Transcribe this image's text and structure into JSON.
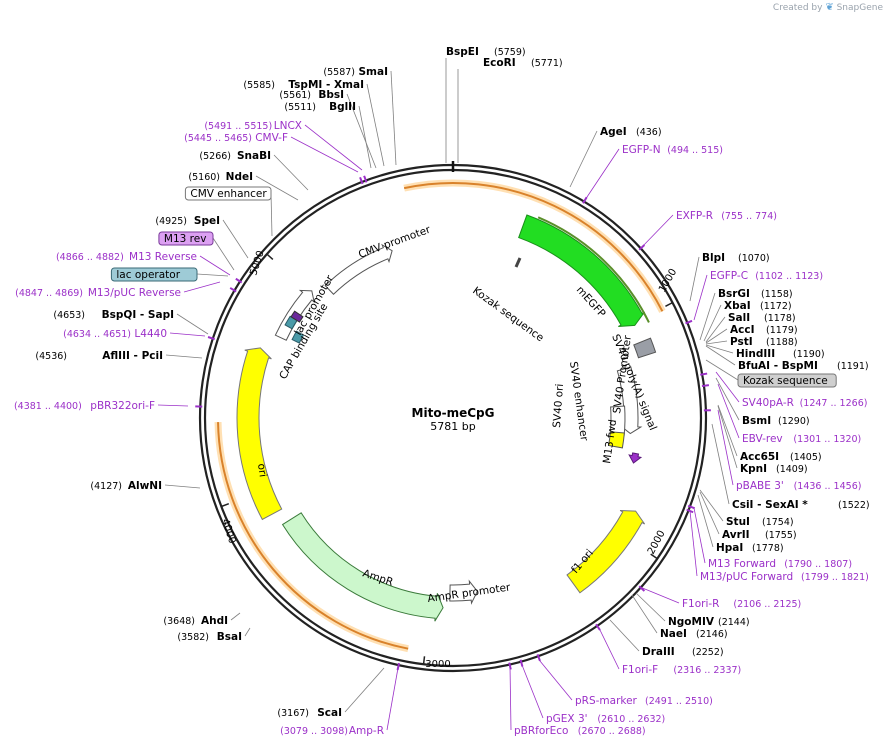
{
  "brand": {
    "created_by": "Created by",
    "product": "SnapGene"
  },
  "plasmid": {
    "name": "Mito-meCpG",
    "length_label": "5781 bp",
    "length": 5781
  },
  "colors": {
    "restriction_line": "#808080",
    "primer": "#9b30c8",
    "egfp": "#22dd22",
    "ori": "#ffff00",
    "ampr": "#ccf7cc",
    "promoter": "#ffffff",
    "polyA": "#9a9ea6",
    "orf": "#d9822b",
    "orf_glow": "#ffe0b3",
    "cap": "#4a9aa8",
    "lac_operator": "#9ecbd6",
    "m13rev": "#dca0f2"
  },
  "scale_labels": [
    {
      "text": "1000",
      "pos": 1000
    },
    {
      "text": "2000",
      "pos": 2000
    },
    {
      "text": "3000",
      "pos": 3000
    },
    {
      "text": "4000",
      "pos": 4000
    },
    {
      "text": "5000",
      "pos": 5000
    }
  ],
  "labels_left": [
    {
      "kind": "enzyme",
      "name": "BspEI",
      "pos": "(5759)"
    },
    {
      "kind": "enzyme",
      "name": "EcoRI",
      "pos": "(5771)"
    },
    {
      "kind": "enzyme",
      "name": "SmaI",
      "pos": "(5587)"
    },
    {
      "kind": "enzyme",
      "name": "TspMI - XmaI",
      "pos": "(5585)"
    },
    {
      "kind": "enzyme",
      "name": "BbsI",
      "pos": "(5561)"
    },
    {
      "kind": "enzyme",
      "name": "BglII",
      "pos": "(5511)"
    },
    {
      "kind": "primer",
      "name": "LNCX",
      "pos": "(5491 .. 5515)"
    },
    {
      "kind": "primer",
      "name": "CMV-F",
      "pos": "(5445 .. 5465)"
    },
    {
      "kind": "enzyme",
      "name": "SnaBI",
      "pos": "(5266)"
    },
    {
      "kind": "enzyme",
      "name": "NdeI",
      "pos": "(5160)"
    },
    {
      "kind": "feature",
      "name": "CMV enhancer",
      "pos": ""
    },
    {
      "kind": "enzyme",
      "name": "SpeI",
      "pos": "(4925)"
    },
    {
      "kind": "feature",
      "name": "M13 rev",
      "pos": ""
    },
    {
      "kind": "primer",
      "name": "M13 Reverse",
      "pos": "(4866 .. 4882)"
    },
    {
      "kind": "feature",
      "name": "lac operator",
      "pos": ""
    },
    {
      "kind": "primer",
      "name": "M13/pUC Reverse",
      "pos": "(4847 .. 4869)"
    },
    {
      "kind": "enzyme",
      "name": "BspQI - SapI",
      "pos": "(4653)"
    },
    {
      "kind": "primer",
      "name": "L4440",
      "pos": "(4634 .. 4651)"
    },
    {
      "kind": "enzyme",
      "name": "AflIII - PciI",
      "pos": "(4536)"
    },
    {
      "kind": "primer",
      "name": "pBR322ori-F",
      "pos": "(4381 .. 4400)"
    },
    {
      "kind": "enzyme",
      "name": "AlwNI",
      "pos": "(4127)"
    },
    {
      "kind": "enzyme",
      "name": "AhdI",
      "pos": "(3648)"
    },
    {
      "kind": "enzyme",
      "name": "BsaI",
      "pos": "(3582)"
    },
    {
      "kind": "enzyme",
      "name": "ScaI",
      "pos": "(3167)"
    },
    {
      "kind": "primer",
      "name": "Amp-R",
      "pos": "(3079 .. 3098)"
    }
  ],
  "labels_right": [
    {
      "kind": "enzyme",
      "name": "AgeI",
      "pos": "(436)"
    },
    {
      "kind": "primer",
      "name": "EGFP-N",
      "pos": "(494 .. 515)"
    },
    {
      "kind": "primer",
      "name": "EXFP-R",
      "pos": "(755 .. 774)"
    },
    {
      "kind": "enzyme",
      "name": "BlpI",
      "pos": "(1070)"
    },
    {
      "kind": "primer",
      "name": "EGFP-C",
      "pos": "(1102 .. 1123)"
    },
    {
      "kind": "enzyme",
      "name": "BsrGI",
      "pos": "(1158)"
    },
    {
      "kind": "enzyme",
      "name": "XbaI",
      "pos": "(1172)"
    },
    {
      "kind": "enzyme",
      "name": "SalI",
      "pos": "(1178)"
    },
    {
      "kind": "enzyme",
      "name": "AccI",
      "pos": "(1179)"
    },
    {
      "kind": "enzyme",
      "name": "PstI",
      "pos": "(1188)"
    },
    {
      "kind": "enzyme",
      "name": "HindIII",
      "pos": "(1190)"
    },
    {
      "kind": "enzyme",
      "name": "BfuAI - BspMI",
      "pos": "(1191)"
    },
    {
      "kind": "feature",
      "name": "Kozak sequence",
      "pos": ""
    },
    {
      "kind": "primer",
      "name": "SV40pA-R",
      "pos": "(1247 .. 1266)"
    },
    {
      "kind": "enzyme",
      "name": "BsmI",
      "pos": "(1290)"
    },
    {
      "kind": "primer",
      "name": "EBV-rev",
      "pos": "(1301 .. 1320)"
    },
    {
      "kind": "enzyme",
      "name": "Acc65I",
      "pos": "(1405)"
    },
    {
      "kind": "enzyme",
      "name": "KpnI",
      "pos": "(1409)"
    },
    {
      "kind": "primer",
      "name": "pBABE 3'",
      "pos": "(1436 .. 1456)"
    },
    {
      "kind": "enzyme",
      "name": "CsiI - SexAI *",
      "pos": "(1522)"
    },
    {
      "kind": "enzyme",
      "name": "StuI",
      "pos": "(1754)"
    },
    {
      "kind": "enzyme",
      "name": "AvrII",
      "pos": "(1755)"
    },
    {
      "kind": "enzyme",
      "name": "HpaI",
      "pos": "(1778)"
    },
    {
      "kind": "primer",
      "name": "M13 Forward",
      "pos": "(1790 .. 1807)"
    },
    {
      "kind": "primer",
      "name": "M13/pUC Forward",
      "pos": "(1799 .. 1821)"
    },
    {
      "kind": "primer",
      "name": "F1ori-R",
      "pos": "(2106 .. 2125)"
    },
    {
      "kind": "enzyme",
      "name": "NgoMIV",
      "pos": "(2144)"
    },
    {
      "kind": "enzyme",
      "name": "NaeI",
      "pos": "(2146)"
    },
    {
      "kind": "enzyme",
      "name": "DraIII",
      "pos": "(2252)"
    },
    {
      "kind": "primer",
      "name": "F1ori-F",
      "pos": "(2316 .. 2337)"
    },
    {
      "kind": "primer",
      "name": "pRS-marker",
      "pos": "(2491 .. 2510)"
    },
    {
      "kind": "primer",
      "name": "pGEX 3'",
      "pos": "(2610 .. 2632)"
    },
    {
      "kind": "primer",
      "name": "pBRforEco",
      "pos": "(2670 .. 2688)"
    }
  ],
  "features": [
    {
      "name": "CMV promoter"
    },
    {
      "name": "lac promoter"
    },
    {
      "name": "CAP binding site"
    },
    {
      "name": "mEGFP"
    },
    {
      "name": "Kozak sequence"
    },
    {
      "name": "SV40 poly(A) signal"
    },
    {
      "name": "SV40 enhancer"
    },
    {
      "name": "SV40 ori"
    },
    {
      "name": "SV40 Promoter"
    },
    {
      "name": "M13 fwd"
    },
    {
      "name": "f1 ori"
    },
    {
      "name": "AmpR"
    },
    {
      "name": "AmpR promoter"
    },
    {
      "name": "ori"
    }
  ]
}
